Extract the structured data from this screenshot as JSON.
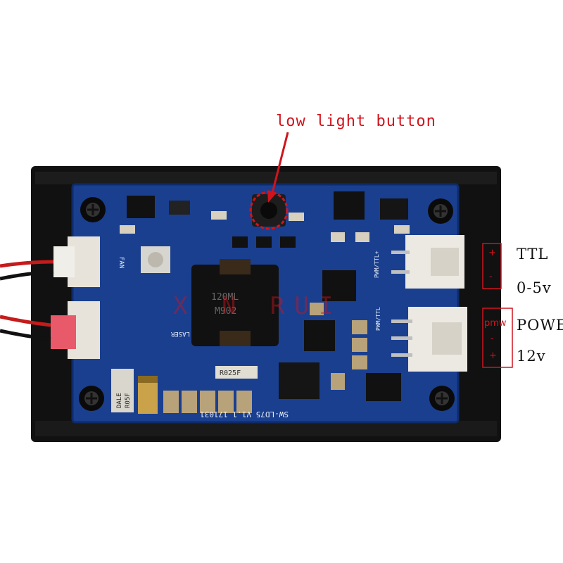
{
  "annotations": {
    "button_label": "low light button",
    "ttl_label": "TTL",
    "ttl_range": "0-5v",
    "power_label": "POWER",
    "power_voltage": "12v",
    "ttl_plus": "+",
    "ttl_minus": "-",
    "pwr_pmw": "pmw",
    "pwr_minus": "-",
    "pwr_plus": "+"
  },
  "board": {
    "model_text": "SW-LD75 V1.1 171031",
    "inductor_text_1": "120ML",
    "inductor_text_2": "M902",
    "resistor_text": "R025F",
    "silk_laser": "LASER",
    "silk_fan": "FAN",
    "silk_pwm_ttl": "PWM/TTL+",
    "silk_pwm_ttl2": "PWM/TTL",
    "silk_dale": "DALE",
    "silk_dale2": "R05F",
    "watermark": "X N RUI"
  },
  "colors": {
    "accent_red": "#d0141d",
    "pcb_blue": "#1a3f8f",
    "heatsink": "#121212"
  }
}
